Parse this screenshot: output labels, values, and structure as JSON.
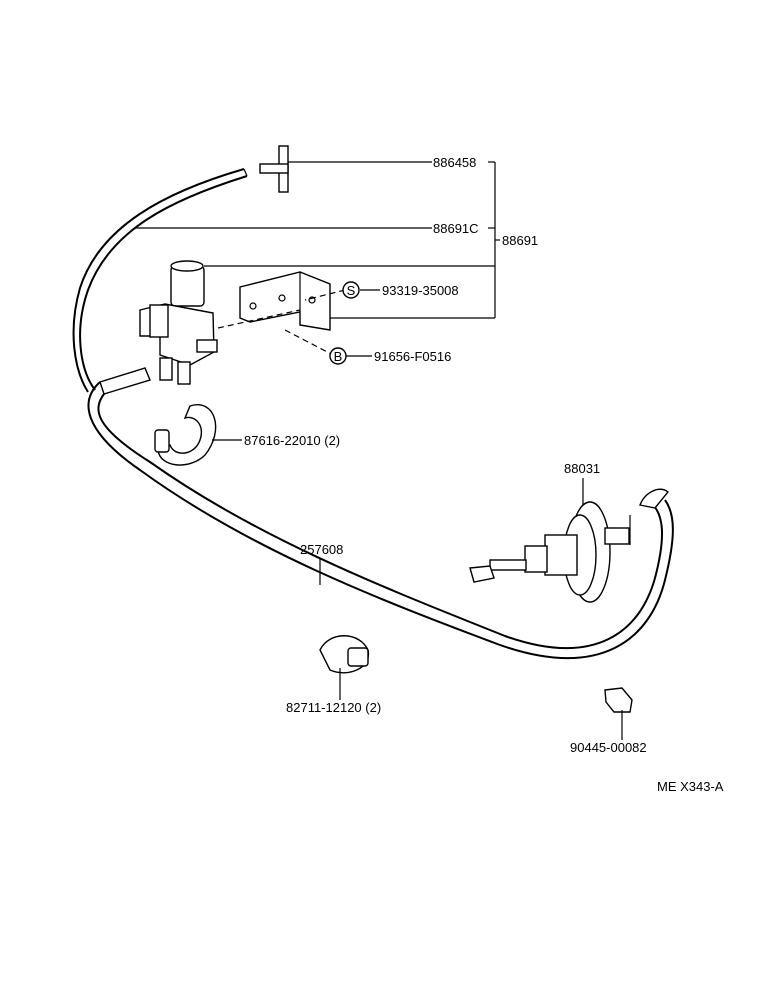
{
  "labels": {
    "p886458": "886458",
    "p88691c": "88691C",
    "p88691": "88691",
    "p93319": "93319-35008",
    "p91656": "91656-F0516",
    "p87616": "87616-22010 (2)",
    "p88031": "88031",
    "p257608": "257608",
    "p82711": "82711-12120 (2)",
    "p90445": "90445-00082",
    "callout_s": "S",
    "callout_b": "B",
    "diagram_code": "ME  X343-A"
  }
}
